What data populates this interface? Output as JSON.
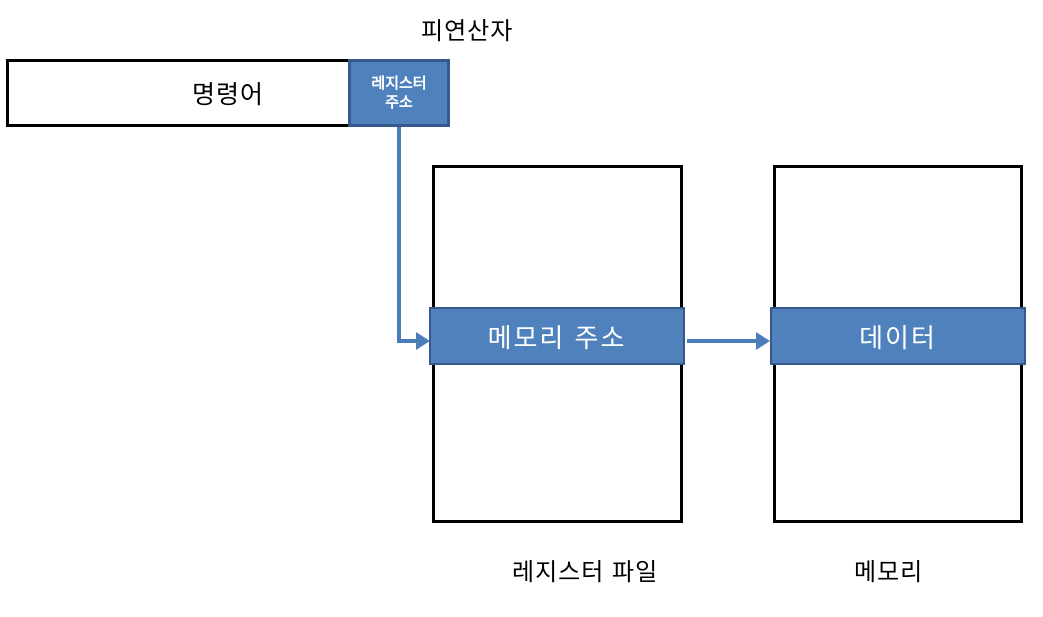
{
  "diagram": {
    "operand_title": "피연산자",
    "instruction_label": "명령어",
    "register_address_label": "레지스터\n주소",
    "register_file": {
      "band_label": "메모리 주소",
      "caption": "레지스터 파일"
    },
    "memory": {
      "band_label": "데이터",
      "caption": "메모리"
    }
  },
  "colors": {
    "accent_fill": "#4F81BD",
    "accent_border": "#36588C",
    "arrow": "#4C7DBB",
    "box_border": "#000000",
    "text_dark": "#000000",
    "text_light": "#FFFFFF"
  }
}
